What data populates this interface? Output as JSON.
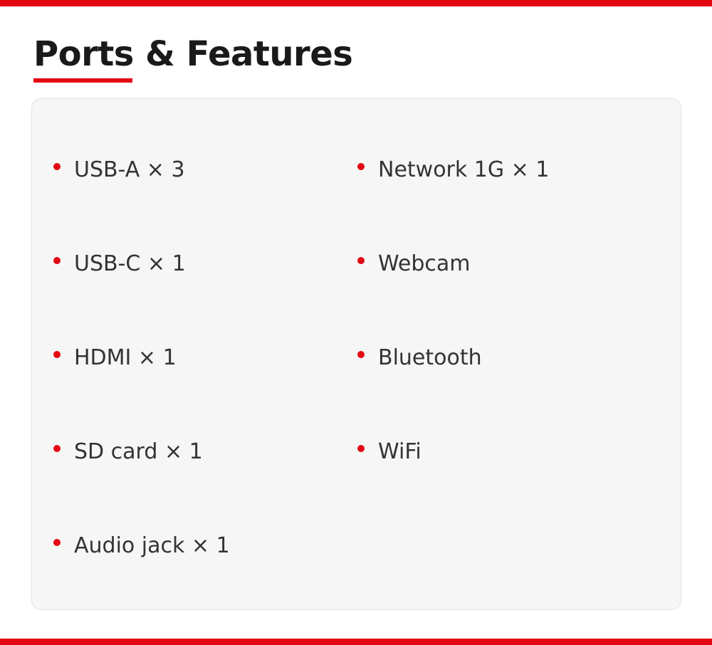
{
  "title": "Ports & Features",
  "colors": {
    "accent": "#e30613",
    "text": "#333333",
    "heading": "#1a1a1a",
    "panel_bg": "#f6f6f6"
  },
  "left_items": [
    "USB-A × 3",
    "USB-C × 1",
    "HDMI × 1",
    "SD card × 1",
    "Audio jack × 1"
  ],
  "right_items": [
    "Network 1G × 1",
    "Webcam",
    "Bluetooth",
    "WiFi"
  ]
}
